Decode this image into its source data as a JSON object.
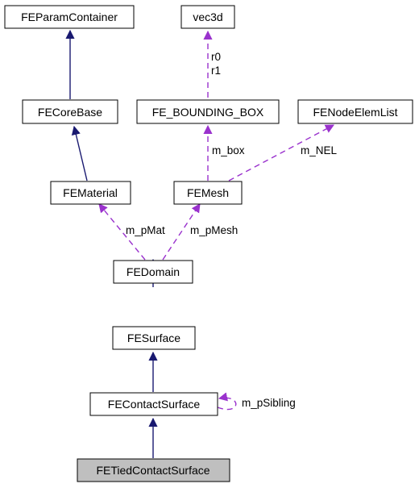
{
  "nodes": {
    "feparamcontainer": "FEParamContainer",
    "vec3d": "vec3d",
    "fecorebase": "FECoreBase",
    "fe_bounding_box": "FE_BOUNDING_BOX",
    "fenodeelemlist": "FENodeElemList",
    "fematerial": "FEMaterial",
    "femesh": "FEMesh",
    "fedomain": "FEDomain",
    "fesurface": "FESurface",
    "fecontactsurface": "FEContactSurface",
    "fetiedcontactsurface": "FETiedContactSurface"
  },
  "edge_labels": {
    "r0": "r0",
    "r1": "r1",
    "m_box": "m_box",
    "m_nel": "m_NEL",
    "m_pmat": "m_pMat",
    "m_pmesh": "m_pMesh",
    "m_psibling": "m_pSibling"
  },
  "colors": {
    "inheritance_edge": "#191970",
    "usage_edge": "#9a32cd",
    "highlight_node_fill": "#bfbfbf"
  }
}
